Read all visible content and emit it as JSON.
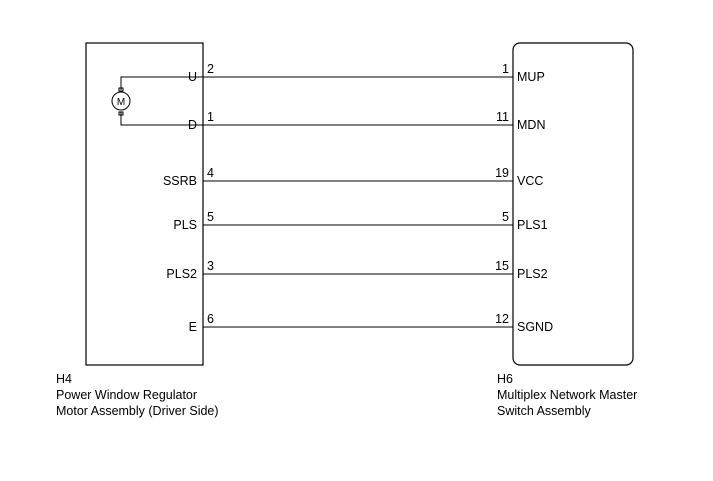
{
  "left_component": {
    "code": "H4",
    "name_line1": "Power Window Regulator",
    "name_line2": "Motor Assembly (Driver Side)",
    "motor_symbol": "M"
  },
  "right_component": {
    "code": "H6",
    "name_line1": "Multiplex Network Master",
    "name_line2": "Switch Assembly"
  },
  "wires": [
    {
      "left_label": "U",
      "left_pin": "2",
      "right_pin": "1",
      "right_label": "MUP"
    },
    {
      "left_label": "D",
      "left_pin": "1",
      "right_pin": "11",
      "right_label": "MDN"
    },
    {
      "left_label": "SSRB",
      "left_pin": "4",
      "right_pin": "19",
      "right_label": "VCC"
    },
    {
      "left_label": "PLS",
      "left_pin": "5",
      "right_pin": "5",
      "right_label": "PLS1"
    },
    {
      "left_label": "PLS2",
      "left_pin": "3",
      "right_pin": "15",
      "right_label": "PLS2"
    },
    {
      "left_label": "E",
      "left_pin": "6",
      "right_pin": "12",
      "right_label": "SGND"
    }
  ]
}
